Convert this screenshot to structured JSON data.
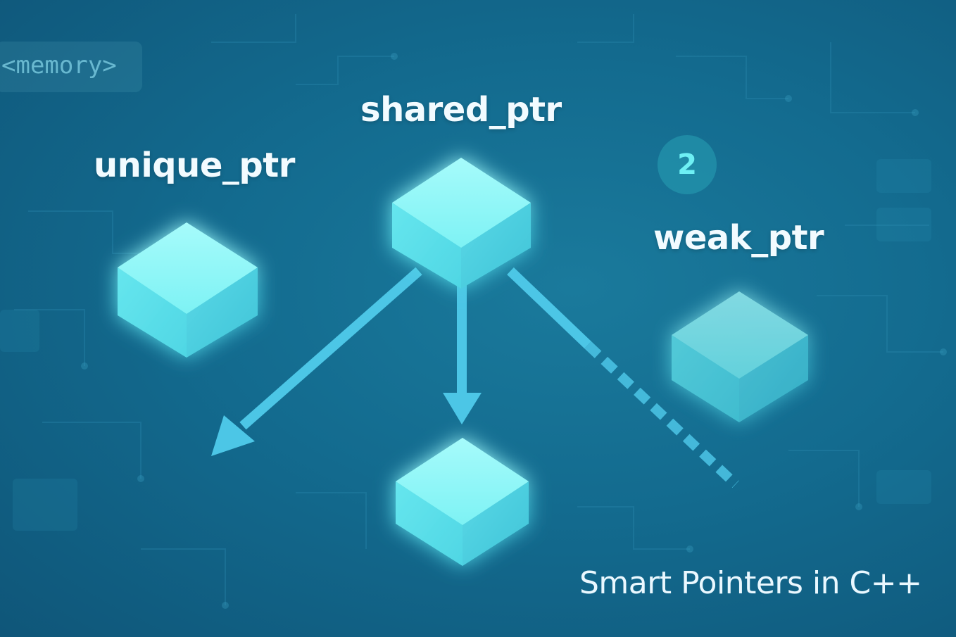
{
  "memory_tag": "<memory>",
  "nodes": {
    "unique_ptr": "unique_ptr",
    "shared_ptr": "shared_ptr",
    "weak_ptr": "weak_ptr"
  },
  "ref_count": "2",
  "caption": "Smart Pointers in C++",
  "colors": {
    "background": "#136b8f",
    "cube": "#5ee8f0",
    "arrow": "#4cc6e6",
    "label": "#f2fbff"
  }
}
